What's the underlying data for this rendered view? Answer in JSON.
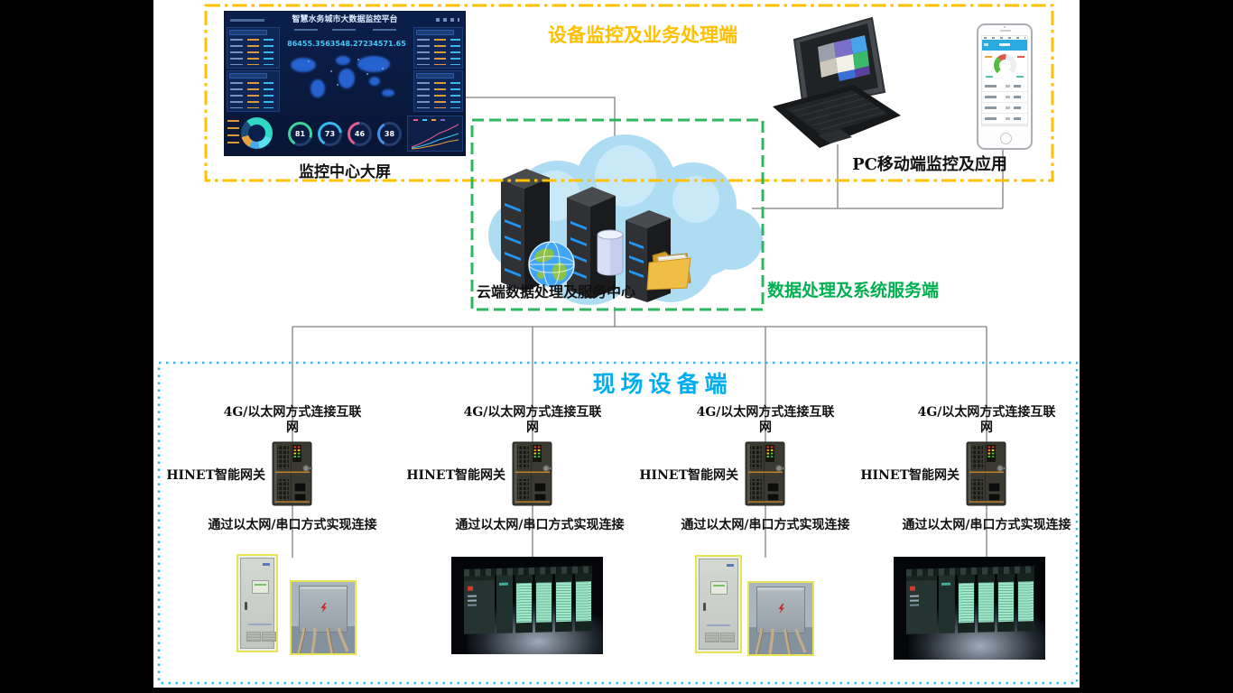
{
  "slide": {
    "background": "#ffffff",
    "outer_background": "#000000"
  },
  "zones": {
    "device": {
      "title": "设备监控及业务处理端",
      "color": "#FFC000"
    },
    "cloud": {
      "label": "云端数据处理及服务中心",
      "side_title": "数据处理及系统服务端",
      "color": "#00B050",
      "border_color": "#2DB75F"
    },
    "field": {
      "title": "现场设备端",
      "color": "#00AEEF",
      "border_color": "#2FB9E8"
    }
  },
  "monitor": {
    "caption": "监控中心大屏",
    "screen_title": "智慧水务城市大数据监控平台",
    "stats": [
      "86455.35",
      "63548.27",
      "234571.65"
    ],
    "gauges": [
      {
        "value": "81",
        "color": "#3ed598"
      },
      {
        "value": "73",
        "color": "#38b6f0"
      },
      {
        "value": "46",
        "color": "#e85c90"
      },
      {
        "value": "38",
        "color": "#4a90e2"
      }
    ]
  },
  "pc_mobile": {
    "caption": "PC移动端监控及应用"
  },
  "field_site": {
    "net_label": "4G/以太网方式连接互联\n网",
    "gateway_label": "HINET智能网关",
    "device_link_label": "通过以太网/串口方式实现连接"
  }
}
